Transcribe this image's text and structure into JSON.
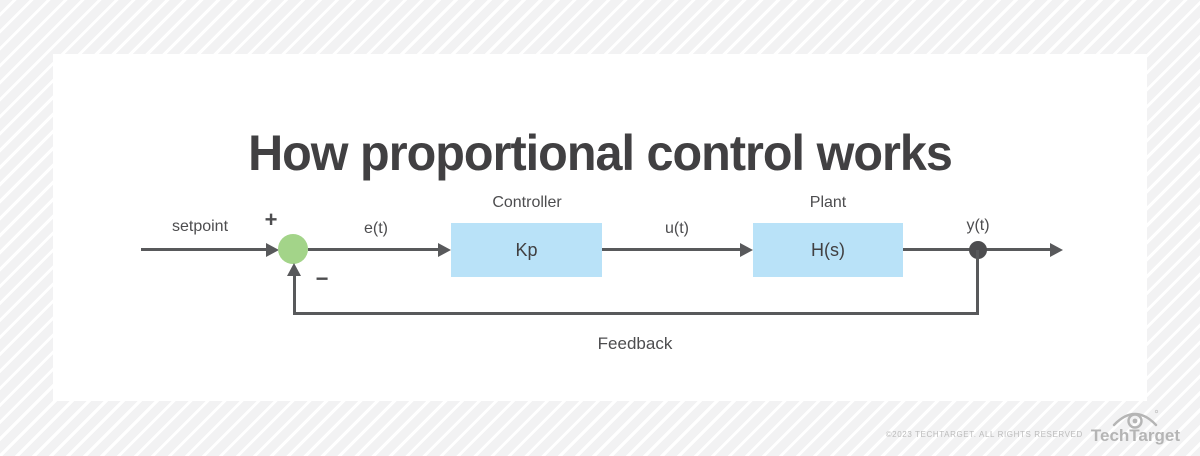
{
  "title": "How proportional control works",
  "diagram": {
    "setpoint_label": "setpoint",
    "plus_sign": "+",
    "minus_sign": "−",
    "error_signal": "e(t)",
    "controller_title": "Controller",
    "controller_gain": "Kp",
    "control_signal": "u(t)",
    "plant_title": "Plant",
    "plant_tf": "H(s)",
    "output_signal": "y(t)",
    "feedback_label": "Feedback"
  },
  "colors": {
    "line": "#58595b",
    "block_fill": "#b9e2f8",
    "summing_junction_fill": "#a3d489",
    "title_text": "#414042",
    "card_background": "#ffffff",
    "page_background": "#f2f2f3"
  },
  "footer": {
    "copyright": "©2023 TECHTARGET. ALL RIGHTS RESERVED",
    "brand": "TechTarget"
  }
}
